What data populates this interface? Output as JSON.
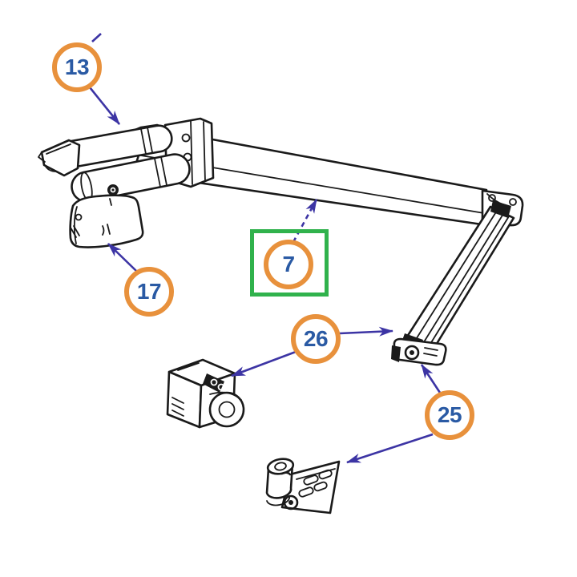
{
  "diagram": {
    "description": "Exploded parts diagram of an awning support arm assembly with numbered callouts",
    "background_color": "#ffffff",
    "callouts": [
      {
        "number": "13",
        "highlighted": false
      },
      {
        "number": "17",
        "highlighted": false
      },
      {
        "number": "7",
        "highlighted": true
      },
      {
        "number": "26",
        "highlighted": false
      },
      {
        "number": "25",
        "highlighted": false
      }
    ],
    "colors": {
      "background": "#ffffff",
      "callout_ring": "#E8913C",
      "callout_number": "#2A5AA4",
      "arrow": "#3C34A4",
      "highlight_box": "#30B24C",
      "line_art": "#1A1A1A"
    }
  }
}
